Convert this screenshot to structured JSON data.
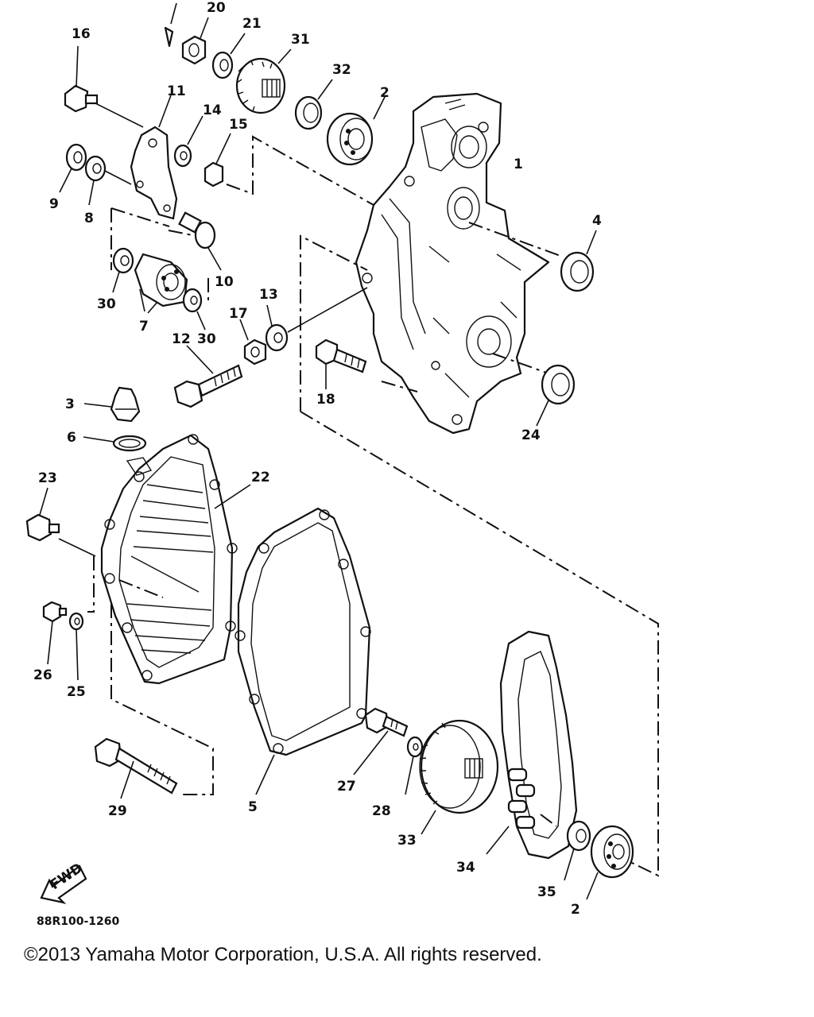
{
  "diagram": {
    "callouts": [
      "20",
      "21",
      "31",
      "32",
      "2",
      "16",
      "11",
      "14",
      "15",
      "1",
      "9",
      "8",
      "4",
      "10",
      "30",
      "7",
      "30",
      "13",
      "17",
      "12",
      "18",
      "24",
      "3",
      "6",
      "23",
      "22",
      "26",
      "25",
      "27",
      "28",
      "29",
      "5",
      "33",
      "34",
      "35",
      "2"
    ],
    "fwd_label": "FWD",
    "part_code": "88R100-1260"
  },
  "footer": {
    "copyright": "©2013 Yamaha Motor Corporation, U.S.A. All rights reserved."
  }
}
